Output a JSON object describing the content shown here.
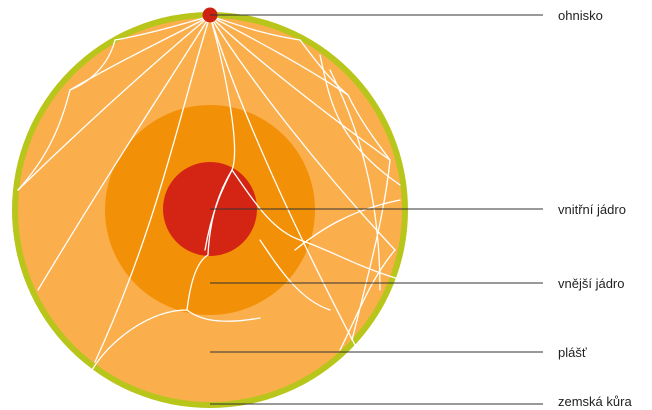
{
  "diagram": {
    "labels": {
      "focus": "ohnisko",
      "inner_core": "vnitřní jádro",
      "outer_core": "vnější jádro",
      "mantle": "plášť",
      "crust": "zemská kůra"
    },
    "colors": {
      "crust": "#b8c51a",
      "mantle": "#fbae4c",
      "outer_core": "#f29107",
      "inner_core": "#d42414",
      "focus": "#cd2212",
      "rays": "#ffffff",
      "leader_lines": "#333333"
    }
  }
}
